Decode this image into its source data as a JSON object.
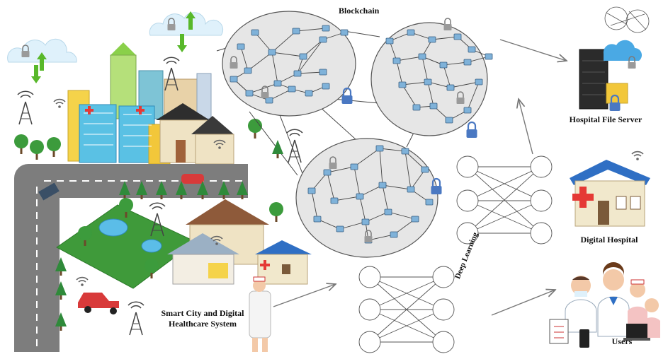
{
  "labels": {
    "blockchain": "Blockchain",
    "hospital_file_server": "Hospital File Server",
    "digital_hospital": "Digital Hospital",
    "smart_city_line1": "Smart City and Digital",
    "smart_city_line2": "Healthcare System",
    "users": "Users",
    "deep_learning": "Deep Learning"
  },
  "colors": {
    "blockchain_ellipse": "#e6e6e6",
    "road": "#7d7d7d",
    "grass": "#3f9a3a",
    "hospital_roof": "#2f6fc4",
    "cloud": "#dff1fb",
    "arrow_green": "#58b82a",
    "lock_blue": "#4a78c2"
  },
  "icons": [
    "cloud-icon",
    "lock-icon",
    "antenna-icon",
    "wifi-icon",
    "server-icon",
    "hospital-icon",
    "nurse-icon",
    "doctor-icon",
    "tablet-icon",
    "car-icon",
    "truck-icon",
    "tree-icon"
  ]
}
